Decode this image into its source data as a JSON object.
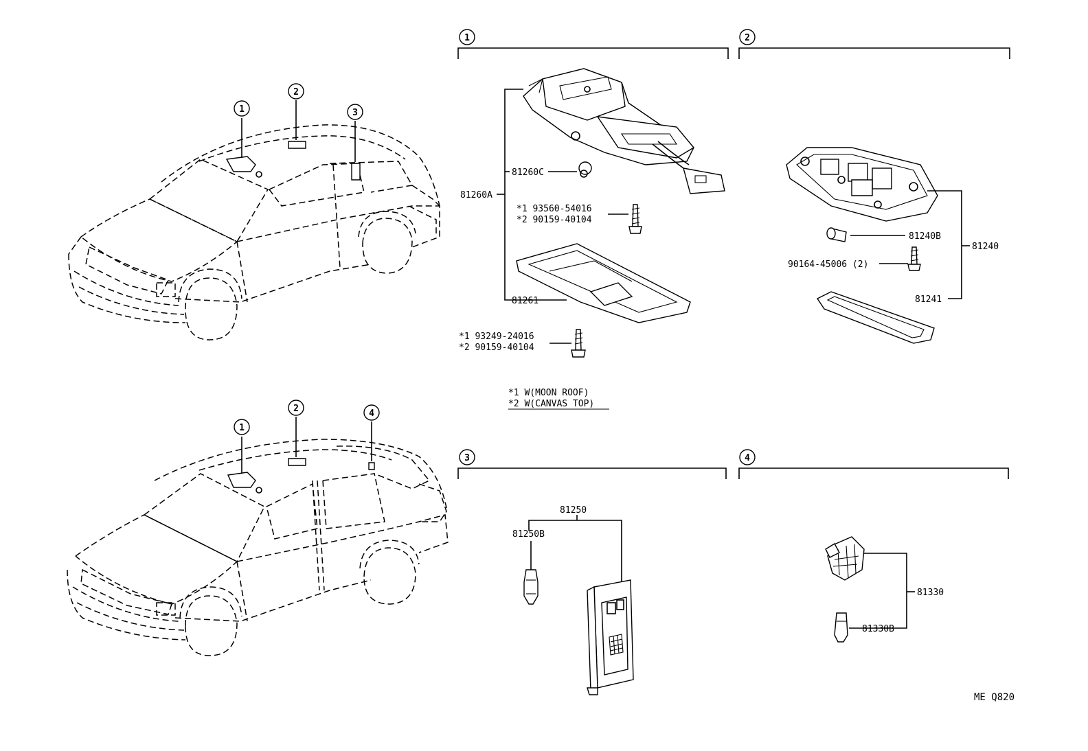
{
  "callouts": {
    "c1": "1",
    "c2": "2",
    "c3": "3",
    "c4": "4"
  },
  "section1": {
    "p81260A": "81260A",
    "p81260C": "81260C",
    "p81261": "81261",
    "screw_a_1": "*1  93560-54016",
    "screw_a_2": "*2  90159-40104",
    "screw_b_1": "*1  93249-24016",
    "screw_b_2": "*2  90159-40104",
    "note_1": "*1 W(MOON ROOF)",
    "note_2": "*2 W(CANVAS TOP)"
  },
  "section2": {
    "p81240": "81240",
    "p81240B": "81240B",
    "p81241": "81241",
    "screw": "90164-45006 (2)"
  },
  "section3": {
    "p81250": "81250",
    "p81250B": "81250B"
  },
  "section4": {
    "p81330": "81330",
    "p81330B": "81330B"
  },
  "figure_code": "ME  Q820"
}
